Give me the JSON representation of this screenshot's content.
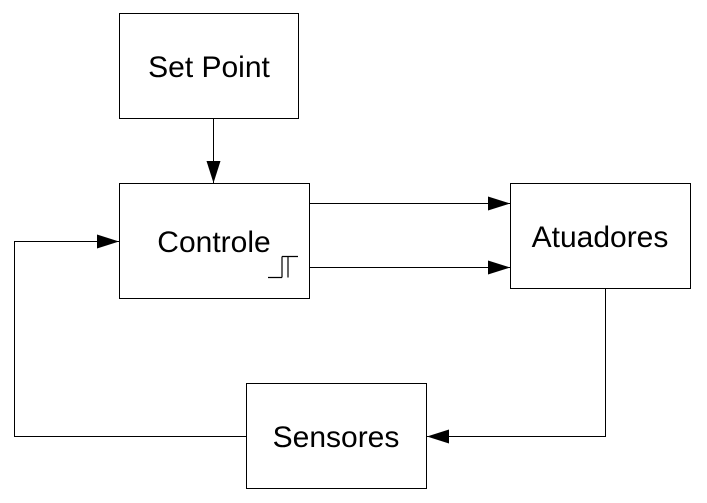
{
  "blocks": {
    "set_point": "Set Point",
    "controle": "Controle",
    "atuadores": "Atuadores",
    "sensores": "Sensores"
  },
  "colors": {
    "stroke": "#000000",
    "fill": "#ffffff"
  },
  "icons": {
    "controle_symbol": "hysteresis-relay-icon"
  }
}
